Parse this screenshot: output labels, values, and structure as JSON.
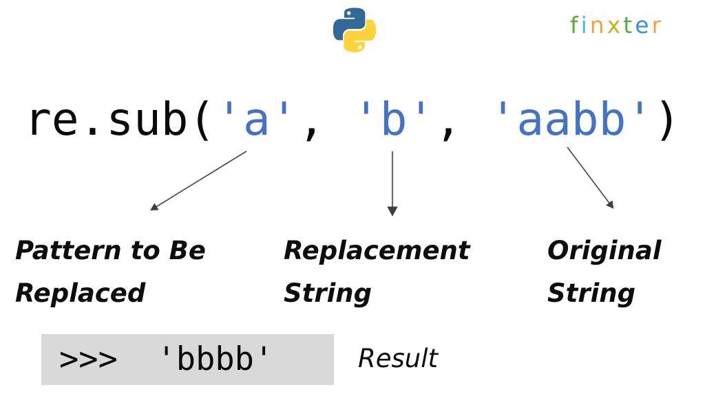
{
  "branding": {
    "python_logo": {
      "name": "python-logo",
      "blue": "#306998",
      "yellow": "#FFD43B"
    },
    "finxter": {
      "name": "finxter-wordmark",
      "letters": [
        {
          "char": "f",
          "color": "#5aa832"
        },
        {
          "char": "i",
          "color": "#49b6e8"
        },
        {
          "char": "n",
          "color": "#f2a33c"
        },
        {
          "char": "x",
          "color": "#c8b21a"
        },
        {
          "char": "t",
          "color": "#4caf3f"
        },
        {
          "char": "e",
          "color": "#3b8ed8"
        },
        {
          "char": "r",
          "color": "#f2a33c"
        }
      ]
    }
  },
  "code": {
    "full_text": "re.sub('a', 'b', 'aabb')",
    "tokens": [
      {
        "text": "re.sub(",
        "kind": "plain"
      },
      {
        "text": "'a'",
        "kind": "str"
      },
      {
        "text": ", ",
        "kind": "plain"
      },
      {
        "text": "'b'",
        "kind": "str"
      },
      {
        "text": ", ",
        "kind": "plain"
      },
      {
        "text": "'aabb'",
        "kind": "str"
      },
      {
        "text": ")",
        "kind": "plain"
      }
    ],
    "string_color": "#4472C4",
    "plain_color": "#0a0a0a"
  },
  "annotations": {
    "pattern": {
      "label": "Pattern to Be\nReplaced",
      "target": "'a'"
    },
    "replacement": {
      "label": "Replacement\nString",
      "target": "'b'"
    },
    "original": {
      "label": "Original\nString",
      "target": "'aabb'"
    }
  },
  "result": {
    "prompt": ">>>",
    "value": "'bbbb'",
    "full_text": ">>>  'bbbb'",
    "label": "Result",
    "background": "#d9d9d9"
  }
}
